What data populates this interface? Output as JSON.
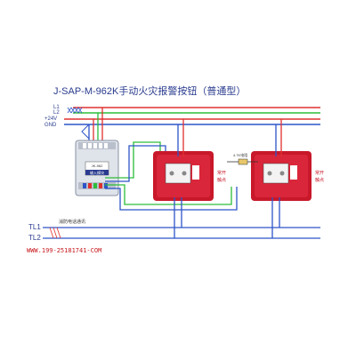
{
  "title": "J-SAP-M-962K手动火灾报警按钮（普通型）",
  "bus_labels": {
    "l1": "L1",
    "l2": "L2",
    "v24": "+24V",
    "gnd": "GND",
    "tl1": "TL1",
    "tl2": "TL2"
  },
  "module": {
    "model": "JK-962",
    "caption": "输入模块"
  },
  "button_annotation": {
    "line1": "常开",
    "line2": "触点"
  },
  "resistor_label": "4.7K电阻",
  "phone_bus_label": "消防电话通讯",
  "watermark": "WWW.199-25181741-COM",
  "colors": {
    "l1": "#e03030",
    "l2": "#2dbd3a",
    "v24": "#e03030",
    "gnd": "#2d55c8",
    "tl1": "#2d55c8",
    "tl2": "#2d55c8",
    "button_body": "#c8182a",
    "title": "#2a3b8f",
    "watermark": "#c8191e"
  }
}
